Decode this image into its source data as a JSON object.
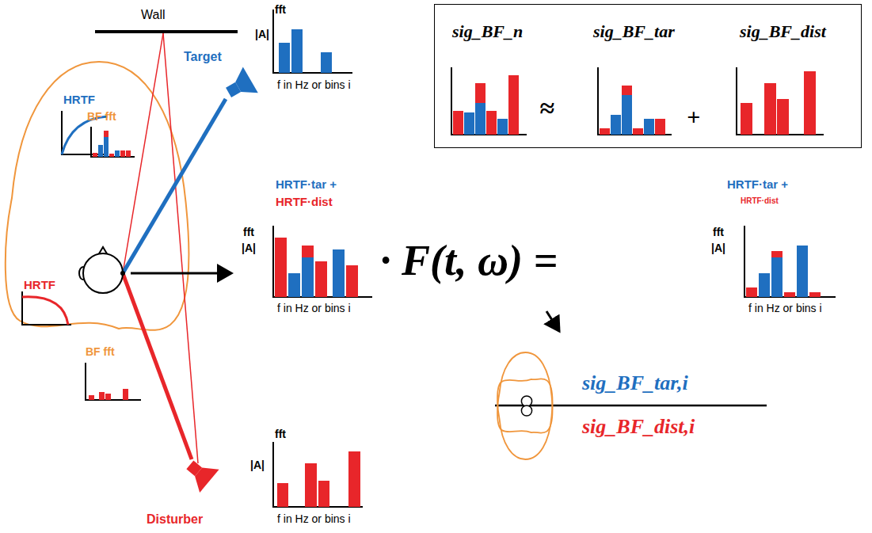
{
  "diagram": {
    "nodes": [
      {
        "text": [
          "sig_BF_n",
          "≈",
          "sig_BF_tar",
          "+",
          "sig_BF_dist"
        ]
      }
    ],
    "labels": [
      "Wall",
      "fft",
      "|A|",
      "f in Hz or bins i",
      "Target",
      "BF fft",
      "HRTF",
      "HRTF",
      "BF fft",
      "Disturber",
      "fft",
      "|A|",
      "f in Hz or bins i",
      "HRTF·tar +",
      "HRTF·dist",
      "fft",
      "|A|",
      "f in Hz or bins i",
      "· F(t, ω) =",
      "HRTF·tar +",
      "HRTF·dist",
      "fft",
      "|A|",
      "f in Hz or bins i",
      "sig_BF_tar,i",
      "sig_BF_dist,i"
    ]
  }
}
